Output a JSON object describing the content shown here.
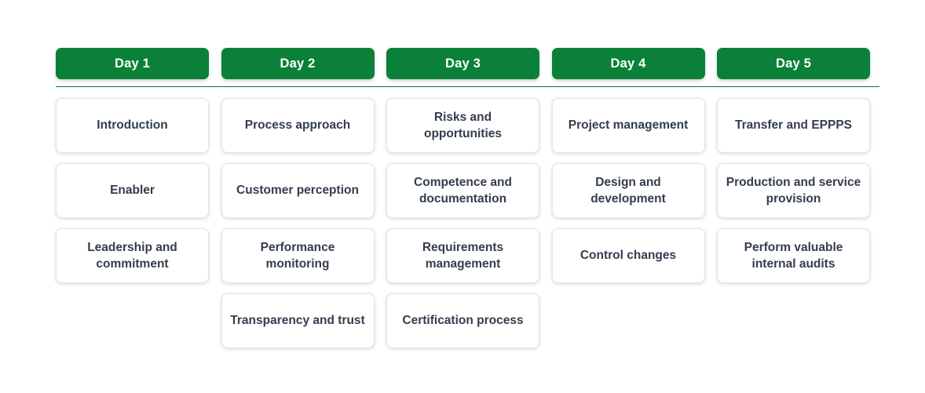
{
  "theme": {
    "accent_green": "#0b8038",
    "divider_green": "#0b7a38",
    "card_text": "#333d4e",
    "card_background": "#ffffff",
    "page_background": "#ffffff"
  },
  "columns": [
    {
      "header": "Day 1",
      "cards": [
        {
          "label": "Introduction"
        },
        {
          "label": "Enabler"
        },
        {
          "label": "Leadership and commitment"
        }
      ]
    },
    {
      "header": "Day 2",
      "cards": [
        {
          "label": "Process approach"
        },
        {
          "label": "Customer perception"
        },
        {
          "label": "Performance monitoring"
        },
        {
          "label": "Transparency and trust"
        }
      ]
    },
    {
      "header": "Day 3",
      "cards": [
        {
          "label": "Risks and opportunities"
        },
        {
          "label": "Competence and documentation"
        },
        {
          "label": "Requirements management"
        },
        {
          "label": "Certification process"
        }
      ]
    },
    {
      "header": "Day 4",
      "cards": [
        {
          "label": "Project management"
        },
        {
          "label": "Design and development"
        },
        {
          "label": "Control changes"
        }
      ]
    },
    {
      "header": "Day 5",
      "cards": [
        {
          "label": "Transfer and EPPPS"
        },
        {
          "label": "Production and service provision"
        },
        {
          "label": "Perform valuable internal audits"
        }
      ]
    }
  ]
}
